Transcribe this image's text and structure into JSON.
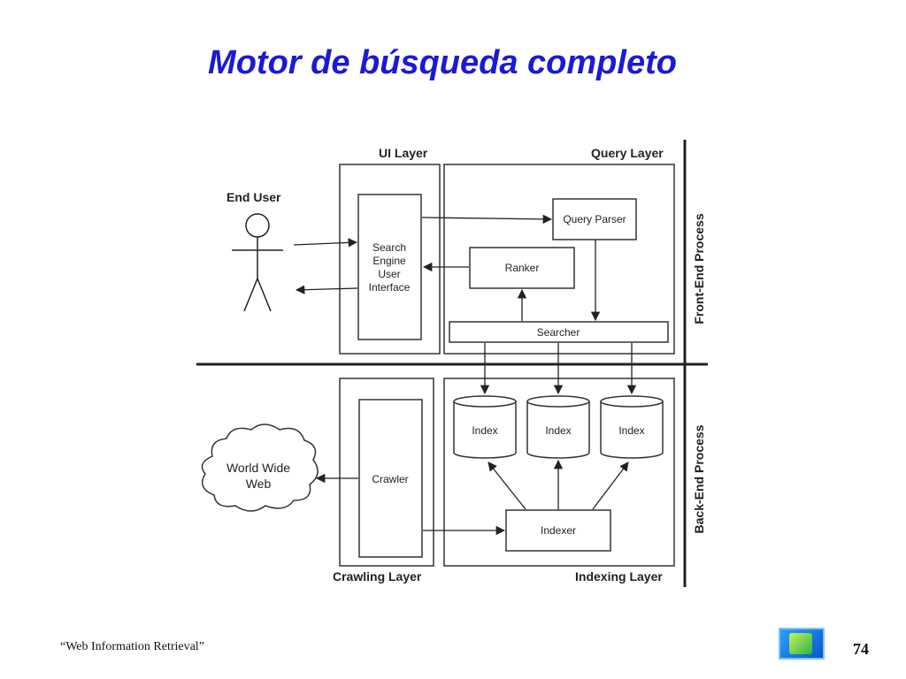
{
  "slide": {
    "title": "Motor de búsqueda completo",
    "footer": "“Web Information Retrieval”",
    "page_number": "74"
  },
  "diagram": {
    "layers": {
      "ui": "UI Layer",
      "query": "Query Layer",
      "crawling": "Crawling Layer",
      "indexing": "Indexing Layer"
    },
    "processes": {
      "front_end": "Front-End Process",
      "back_end": "Back-End Process"
    },
    "actor": "End User",
    "cloud": {
      "line1": "World Wide",
      "line2": "Web"
    },
    "nodes": {
      "sei": [
        "Search",
        "Engine",
        "User",
        "Interface"
      ],
      "query_parser": "Query Parser",
      "ranker": "Ranker",
      "searcher": "Searcher",
      "index": [
        "Index",
        "Index",
        "Index"
      ],
      "crawler": "Crawler",
      "indexer": "Indexer"
    }
  }
}
